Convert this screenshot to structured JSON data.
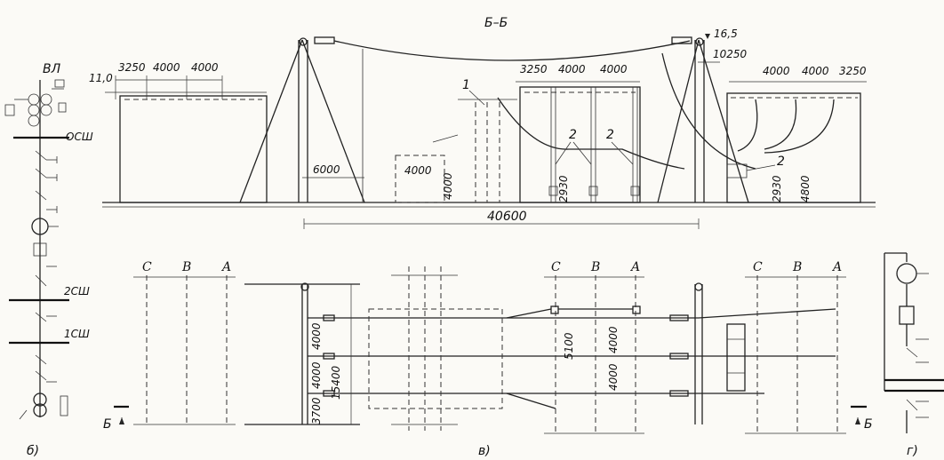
{
  "section_title": "Б–Б",
  "elev_top": "16,5",
  "elev_left": "11,0",
  "dims_elevation": {
    "left_a": "3250",
    "left_b": "4000",
    "left_c": "4000",
    "mid_a": "3250",
    "mid_b": "4000",
    "mid_c": "4000",
    "right_span": "10250",
    "right_a": "4000",
    "right_b": "4000",
    "right_c": "3250",
    "d6000": "6000",
    "d4000": "4000",
    "d4000v": "4000",
    "d2930a": "2930",
    "d2930b": "2930",
    "d4800": "4800",
    "total": "40600"
  },
  "callouts": {
    "c1": "1",
    "c2a": "2",
    "c2b": "2",
    "c2c": "2"
  },
  "scheme_b": {
    "vl": "ВЛ",
    "osh": "ОСШ",
    "sh2": "2СШ",
    "sh1": "1СШ",
    "caption": "б)"
  },
  "plan": {
    "phases_left": [
      "C",
      "B",
      "A"
    ],
    "phases_mid": [
      "C",
      "B",
      "A"
    ],
    "phases_right": [
      "C",
      "B",
      "A"
    ],
    "d4000a": "4000",
    "d4000b": "4000",
    "d3700": "3700",
    "d15400": "15400",
    "d5100": "5100",
    "d4000c": "4000",
    "d4000d": "4000",
    "section_mark_left": "Б",
    "section_mark_right": "Б",
    "caption": "в)"
  },
  "scheme_g": {
    "caption": "г)"
  }
}
